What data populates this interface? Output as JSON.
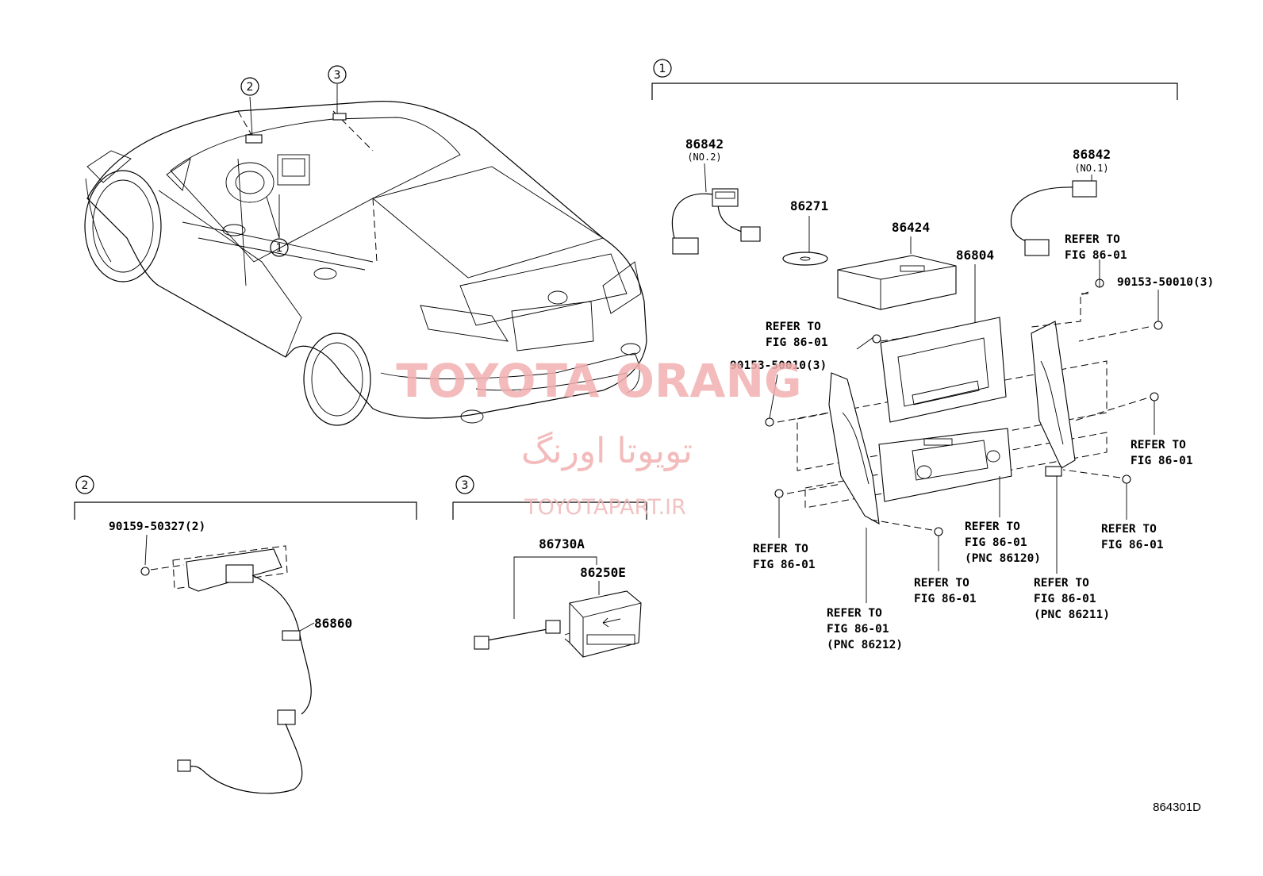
{
  "diagram": {
    "callouts": {
      "group1": "1",
      "group2": "2",
      "group3": "3",
      "car_c1": "1",
      "car_c2": "2",
      "car_c3": "3"
    },
    "parts": {
      "p86842_no2": "86842",
      "p86842_no2_sub": "(NO.2)",
      "p86842_no1": "86842",
      "p86842_no1_sub": "(NO.1)",
      "p86271": "86271",
      "p86424": "86424",
      "p86804": "86804",
      "p90153_a": "90153-50010(3)",
      "p90153_b": "90153-50010(3)",
      "p90159": "90159-50327(2)",
      "p86860": "86860",
      "p86730a": "86730A",
      "p86250e": "86250E"
    },
    "refs": {
      "r1_l1": "REFER TO",
      "r1_l2": "FIG 86-01",
      "r2_l1": "REFER TO",
      "r2_l2": "FIG 86-01",
      "r3_l1": "REFER TO",
      "r3_l2": "FIG 86-01",
      "r4_l1": "REFER TO",
      "r4_l2": "FIG 86-01",
      "r5_l1": "REFER TO",
      "r5_l2": "FIG 86-01",
      "r6_l1": "REFER TO",
      "r6_l2": "FIG 86-01",
      "r7_l1": "REFER TO",
      "r7_l2": "FIG 86-01",
      "r7_l3": "(PNC 86120)",
      "r8_l1": "REFER TO",
      "r8_l2": "FIG 86-01",
      "r8_l3": "(PNC 86211)",
      "r9_l1": "REFER TO",
      "r9_l2": "FIG 86-01",
      "r9_l3": "(PNC 86212)"
    },
    "watermark": {
      "line1": "TOYOTA ORANG",
      "line2": "تویوتا اورنگ",
      "line3": "TOYOTAPART.IR"
    },
    "figure_code": "864301D"
  }
}
